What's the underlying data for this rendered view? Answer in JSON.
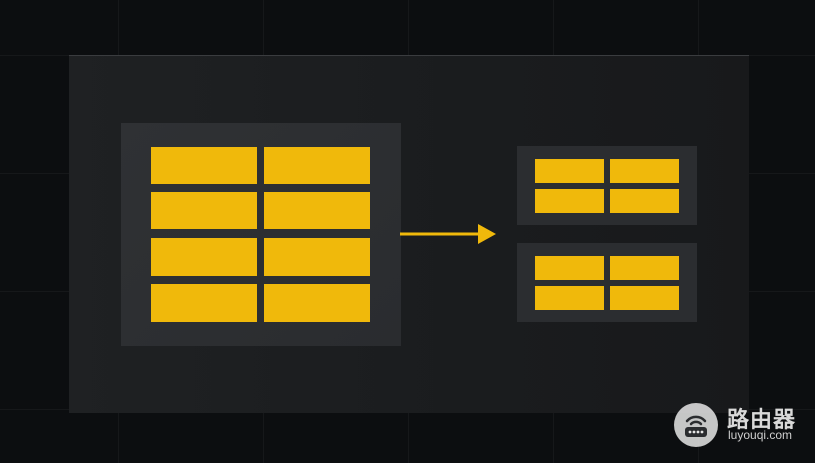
{
  "colors": {
    "page_background": "#0c0e10",
    "panel_background": "#1c1e20",
    "group_background": "#2b2d30",
    "cell_fill": "#f0b90b",
    "arrow": "#f0b90b"
  },
  "diagram": {
    "source_group": {
      "rows": 4,
      "columns": 2
    },
    "target_groups": [
      {
        "rows": 2,
        "columns": 2
      },
      {
        "rows": 2,
        "columns": 2
      }
    ],
    "connector": "arrow-right"
  },
  "watermark": {
    "title": "路由器",
    "domain": "luyouqi.com",
    "icon": "router-icon"
  }
}
